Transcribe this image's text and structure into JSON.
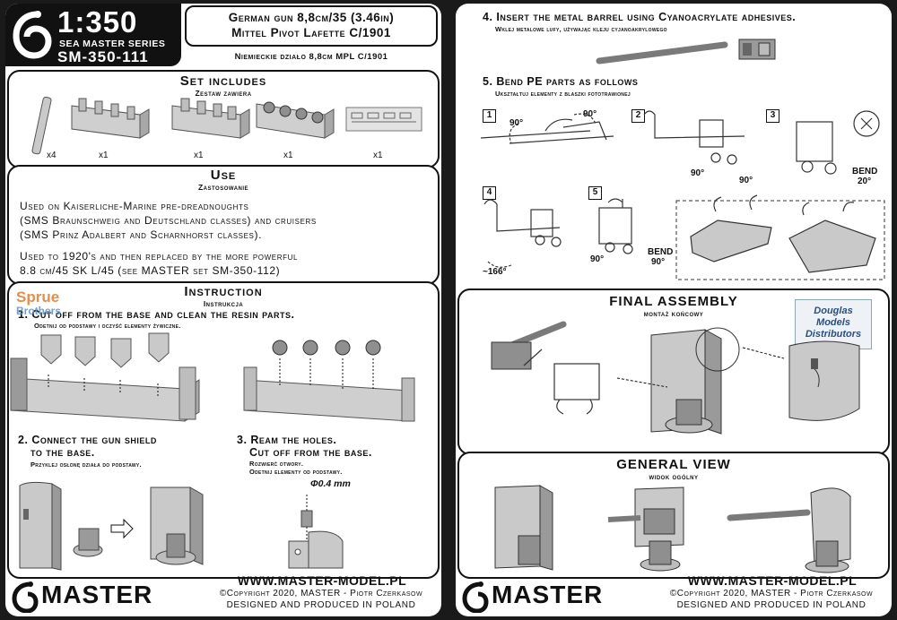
{
  "left_page": {
    "brand": {
      "scale": "1:350",
      "series": "SEA MASTER SERIES",
      "code": "SM-350-111"
    },
    "title": {
      "line1": "German gun 8,8cm/35 (3.46in)",
      "line2": "Mittel Pivot Lafette C/1901",
      "polish": "Niemieckie działo 8,8cm MPL C/1901"
    },
    "set_includes": {
      "title": "Set includes",
      "subtitle": "Zestaw zawiera",
      "quantities": [
        "x4",
        "x1",
        "x1",
        "x1",
        "x1"
      ]
    },
    "use": {
      "title": "Use",
      "subtitle": "Zastosowanie",
      "lines": [
        "Used on Kaiserliche-Marine pre-dreadnoughts",
        "(SMS Braunschweig and Deutschland classes) and cruisers",
        "(SMS Prinz Adalbert and Scharnhorst classes).",
        "Used to 1920's and then replaced by the more powerful",
        "8.8 cm/45 SK L/45 (see MASTER set SM-350-112)"
      ]
    },
    "instruction": {
      "title": "Instruction",
      "subtitle": "Instrukcja",
      "step1": "1. Cut off from the base and clean the resin parts.",
      "step1_pl": "Odetnij od podstawy i oczyść elementy żywiczne.",
      "step2_l1": "2. Connect the gun shield",
      "step2_l2": "to the base.",
      "step2_pl": "Przyklej osłonę działa do podstawy.",
      "step3_l1": "3. Ream the holes.",
      "step3_l2": "Cut off from the base.",
      "step3_pl1": "Rozwierć otwory.",
      "step3_pl2": "Odetnij elementy od podstawy.",
      "drill": "Φ0.4 mm"
    },
    "watermark": {
      "line1": "Sprue",
      "line2": "Brothers"
    },
    "footer": {
      "logo": "MASTER",
      "website": "WWW.MASTER-MODEL.PL",
      "copyright": "©Copyright 2020, MASTER - Piotr Czerkasow",
      "made": "DESIGNED AND PRODUCED IN POLAND"
    }
  },
  "right_page": {
    "step4": "4. Insert the metal barrel using Cyanoacrylate adhesives.",
    "step4_pl": "Wklej metalowe lufy, używając kleju cyjanoakrylowego",
    "step5": "5. Bend PE parts as follows",
    "step5_pl": "Ukształtuj elementy z blaszki fototrawionej",
    "bends": {
      "box_labels": [
        "1",
        "2",
        "3",
        "4",
        "5"
      ],
      "angle_90": "90°",
      "bend_label": "BEND",
      "angle_20": "20°",
      "angle_166": "~166°"
    },
    "final_assembly": {
      "title": "FINAL ASSEMBLY",
      "subtitle": "montaż końcowy"
    },
    "distributor": {
      "line1": "Douglas",
      "line2": "Models",
      "line3": "Distributors"
    },
    "general_view": {
      "title": "GENERAL VIEW",
      "subtitle": "widok ogólny"
    },
    "footer": {
      "logo": "MASTER",
      "website": "WWW.MASTER-MODEL.PL",
      "copyright": "©Copyright 2020, MASTER - Piotr Czerkasow",
      "made": "DESIGNED AND PRODUCED IN POLAND"
    }
  },
  "colors": {
    "resin_grey": "#c9c9c9",
    "resin_dark": "#8f8f8f",
    "ink": "#111111",
    "watermark_orange": "#e07a2e",
    "watermark_blue": "#5c8fc4"
  }
}
